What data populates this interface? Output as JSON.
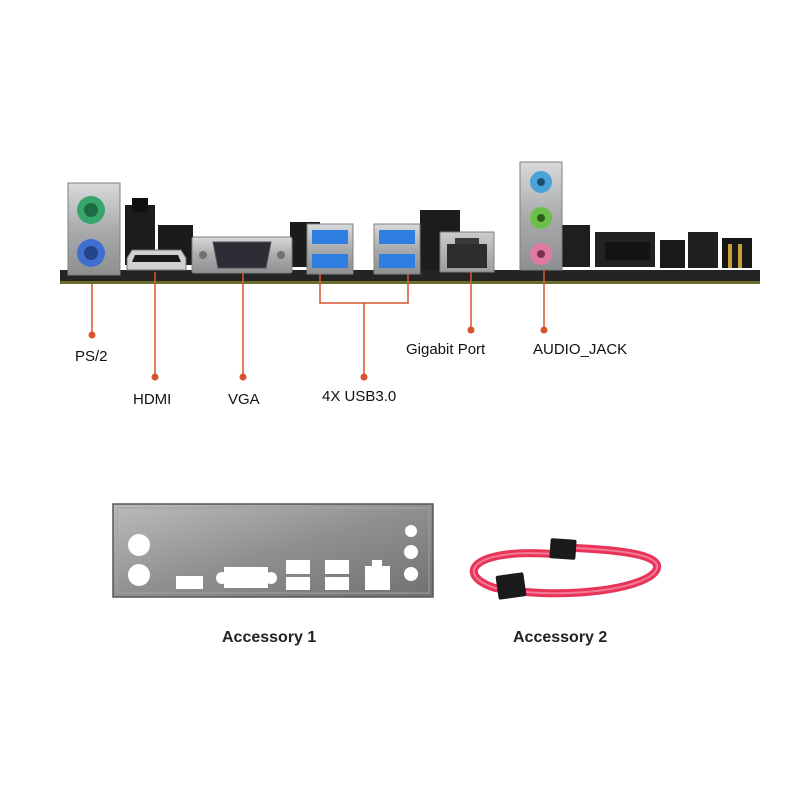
{
  "ports": {
    "ps2": "PS/2",
    "hdmi": "HDMI",
    "vga": "VGA",
    "usb": "4X USB3.0",
    "gigabit": "Gigabit Port",
    "audio": "AUDIO_JACK"
  },
  "accessories": {
    "accessory1": "Accessory 1",
    "accessory2": "Accessory 2"
  },
  "colors": {
    "callout": "#d9542e",
    "pcb": "#2b2b2b",
    "ps2_mouse": "#37a66b",
    "ps2_keyboard": "#3f6fd1",
    "usb3_blue": "#2f7fe0",
    "audio_blue": "#4aa3d8",
    "audio_green": "#6cc04a",
    "audio_pink": "#e07aa0",
    "sata_cable": "#e8345a"
  }
}
